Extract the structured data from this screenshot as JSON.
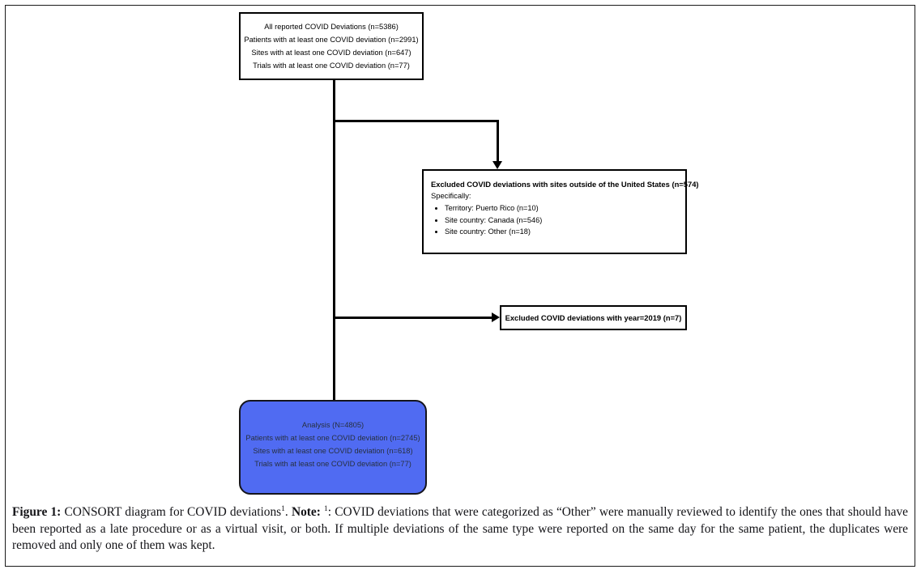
{
  "figure": {
    "boxes": {
      "all_reported": {
        "lines": [
          "All reported COVID Deviations (n=5386)",
          "Patients with at least one COVID deviation (n=2991)",
          "Sites with at least one COVID deviation (n=647)",
          "Trials with at least one COVID deviation (n=77)"
        ]
      },
      "excluded_outside_us": {
        "heading": "Excluded COVID deviations with sites outside of the United States (n=574)",
        "subheading": "Specifically:",
        "bullets": [
          "Territory: Puerto Rico (n=10)",
          "Site country: Canada (n=546)",
          "Site country: Other (n=18)"
        ]
      },
      "excluded_2019": {
        "heading": "Excluded COVID deviations with year=2019 (n=7)"
      },
      "analysis": {
        "fill_color": "#506bf2",
        "lines": [
          "Analysis (N=4805)",
          "Patients with at least one COVID deviation (n=2745)",
          "Sites with at least one COVID deviation (n=618)",
          "Trials with at least one COVID deviation (n=77)"
        ]
      }
    }
  },
  "caption": {
    "figure_label": "Figure 1:",
    "title": " CONSORT diagram for COVID deviations",
    "title_superscript": "1",
    "note_label": "Note:",
    "note_superscript": "1",
    "note_text": ": COVID deviations that were categorized as “Other” were manually reviewed to identify the ones that should have been reported as a late procedure or as a virtual visit, or both. If multiple deviations of the same type were reported on the same day for the same patient, the duplicates were removed and only one of them was kept."
  }
}
